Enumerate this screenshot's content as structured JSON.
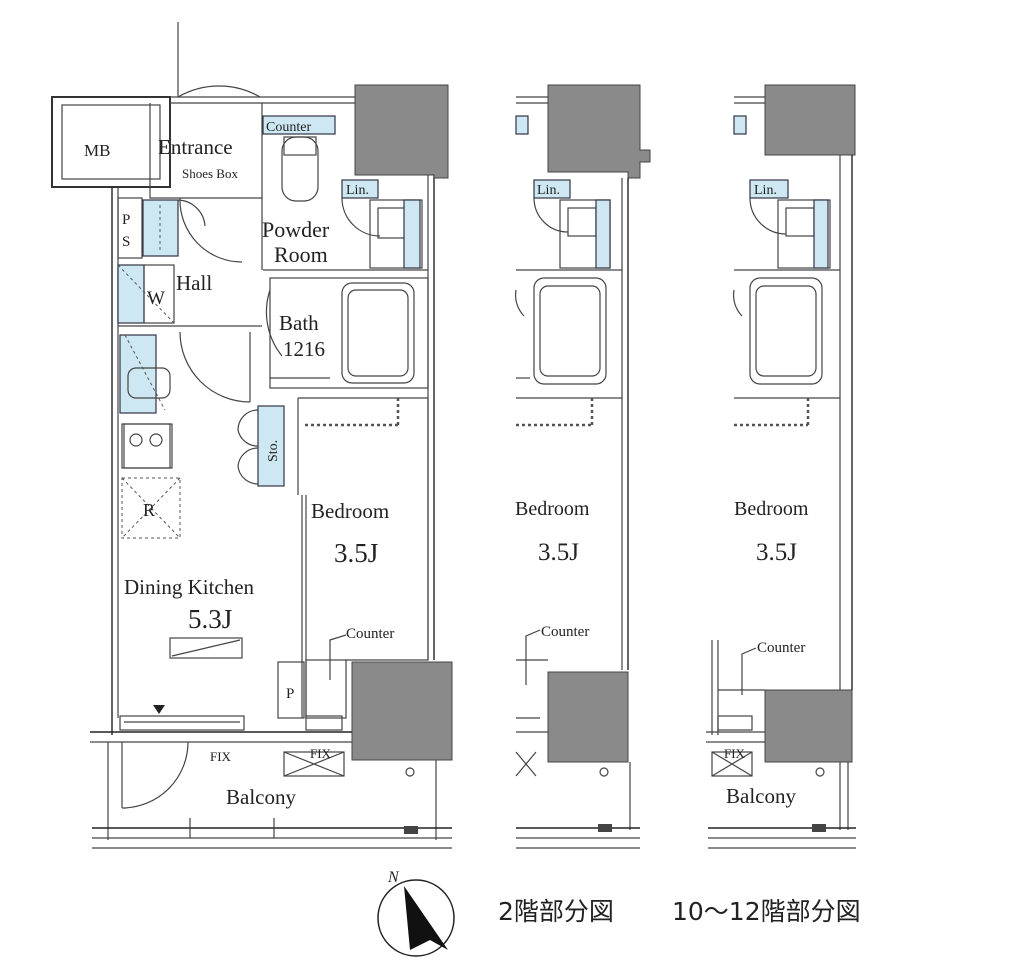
{
  "labels": {
    "mb": "MB",
    "entrance": "Entrance",
    "shoes_box": "Shoes Box",
    "counter_top": "Counter",
    "lin": "Lin.",
    "powder_room_1": "Powder",
    "powder_room_2": "Room",
    "ps_p": "P",
    "ps_s": "S",
    "w": "W",
    "hall": "Hall",
    "bath_1": "Bath",
    "bath_2": "1216",
    "sto": "Sto.",
    "r": "R",
    "bedroom": "Bedroom",
    "bedroom_size": "3.5J",
    "dining_kitchen": "Dining Kitchen",
    "dk_size": "5.3J",
    "counter": "Counter",
    "p": "P",
    "fix": "FIX",
    "balcony": "Balcony",
    "north": "N"
  },
  "captions": {
    "floor_2": "2階部分図",
    "floor_10_12": "10〜12階部分図"
  }
}
